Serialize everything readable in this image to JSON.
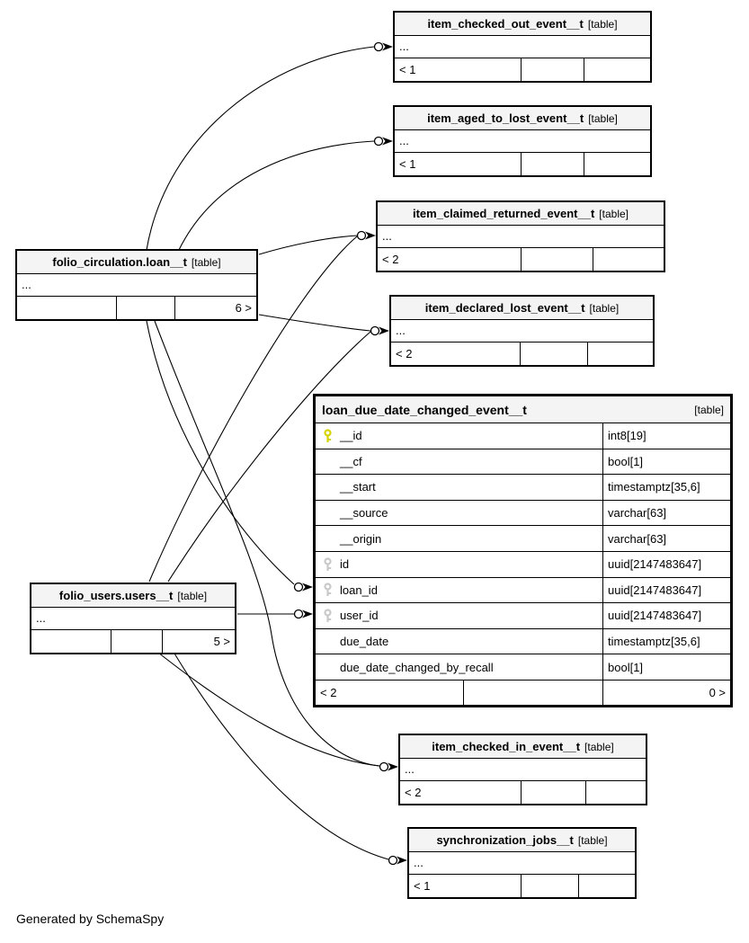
{
  "footer_note": "Generated by SchemaSpy",
  "colors": {
    "border": "#000000",
    "header_bg": "#f4f4f4",
    "pk_key": "#d6d300",
    "fk_key": "#c9c9c9",
    "background": "#ffffff"
  },
  "tables": {
    "item_checked_out_event": {
      "name": "item_checked_out_event__t",
      "tag": "[table]",
      "ellipsis": "...",
      "footer_left": "< 1"
    },
    "item_aged_to_lost_event": {
      "name": "item_aged_to_lost_event__t",
      "tag": "[table]",
      "ellipsis": "...",
      "footer_left": "< 1"
    },
    "item_claimed_returned_event": {
      "name": "item_claimed_returned_event__t",
      "tag": "[table]",
      "ellipsis": "...",
      "footer_left": "< 2"
    },
    "item_declared_lost_event": {
      "name": "item_declared_lost_event__t",
      "tag": "[table]",
      "ellipsis": "...",
      "footer_left": "< 2"
    },
    "loan": {
      "name": "folio_circulation.loan__t",
      "tag": "[table]",
      "ellipsis": "...",
      "footer_right": "6 >"
    },
    "users": {
      "name": "folio_users.users__t",
      "tag": "[table]",
      "ellipsis": "...",
      "footer_right": "5 >"
    },
    "loan_due_date_changed_event": {
      "name": "loan_due_date_changed_event__t",
      "tag": "[table]",
      "footer_left": "< 2",
      "footer_right": "0 >",
      "columns": [
        {
          "key": "pk",
          "name": "__id",
          "type": "int8[19]"
        },
        {
          "key": "",
          "name": "__cf",
          "type": "bool[1]"
        },
        {
          "key": "",
          "name": "__start",
          "type": "timestamptz[35,6]"
        },
        {
          "key": "",
          "name": "__source",
          "type": "varchar[63]"
        },
        {
          "key": "",
          "name": "__origin",
          "type": "varchar[63]"
        },
        {
          "key": "fk",
          "name": "id",
          "type": "uuid[2147483647]"
        },
        {
          "key": "fk",
          "name": "loan_id",
          "type": "uuid[2147483647]"
        },
        {
          "key": "fk",
          "name": "user_id",
          "type": "uuid[2147483647]"
        },
        {
          "key": "",
          "name": "due_date",
          "type": "timestamptz[35,6]"
        },
        {
          "key": "",
          "name": "due_date_changed_by_recall",
          "type": "bool[1]"
        }
      ]
    },
    "item_checked_in_event": {
      "name": "item_checked_in_event__t",
      "tag": "[table]",
      "ellipsis": "...",
      "footer_left": "< 2"
    },
    "synchronization_jobs": {
      "name": "synchronization_jobs__t",
      "tag": "[table]",
      "ellipsis": "...",
      "footer_left": "< 1"
    }
  },
  "relationships": [
    {
      "from": "folio_circulation.loan__t",
      "to": "item_checked_out_event__t"
    },
    {
      "from": "folio_circulation.loan__t",
      "to": "item_aged_to_lost_event__t"
    },
    {
      "from": "folio_circulation.loan__t",
      "to": "item_claimed_returned_event__t"
    },
    {
      "from": "folio_circulation.loan__t",
      "to": "item_declared_lost_event__t"
    },
    {
      "from": "folio_circulation.loan__t",
      "to": "loan_due_date_changed_event__t.loan_id"
    },
    {
      "from": "folio_circulation.loan__t",
      "to": "item_checked_in_event__t"
    },
    {
      "from": "folio_users.users__t",
      "to": "item_claimed_returned_event__t"
    },
    {
      "from": "folio_users.users__t",
      "to": "item_declared_lost_event__t"
    },
    {
      "from": "folio_users.users__t",
      "to": "loan_due_date_changed_event__t.user_id"
    },
    {
      "from": "folio_users.users__t",
      "to": "item_checked_in_event__t"
    },
    {
      "from": "folio_users.users__t",
      "to": "synchronization_jobs__t"
    }
  ]
}
